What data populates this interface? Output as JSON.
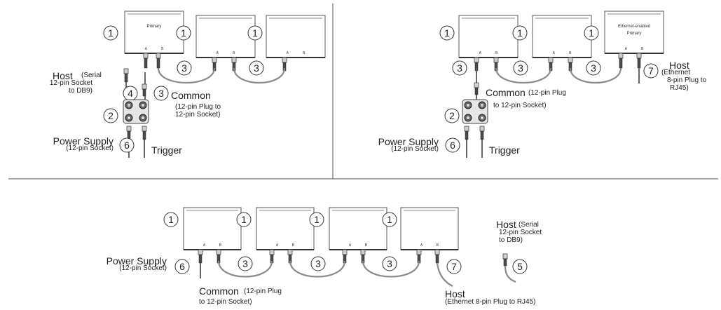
{
  "badges": [
    "1",
    "2",
    "3",
    "4",
    "5",
    "6",
    "7"
  ],
  "box_labels": {
    "primary": "Primary",
    "ethernet_line1": "Ethernet-enabled",
    "ethernet_line2": "Primary"
  },
  "port_labels": {
    "a": "A",
    "b": "B"
  },
  "labels": {
    "host": "Host",
    "serial": "(Serial",
    "serial_socket": "12-pin Socket",
    "to_db9": "to DB9)",
    "serial_socket_b": "12-pin Socket",
    "to_db9_b": "to DB9)",
    "common": "Common",
    "common_plug_paren": "(12-pin Plug to",
    "common_socket_paren": "12-pin Socket)",
    "common_plug": "(12-pin Plug",
    "common_socket": "to 12-pin Socket)",
    "power_supply": "Power Supply",
    "power_socket": "(12-pin Socket)",
    "trigger": "Trigger",
    "ethernet": "(Ethernet",
    "ethernet_plug": "8-pin Plug to",
    "rj45": "RJ45)",
    "ethernet_full": "(Ethernet 8-pin Plug to RJ45)"
  }
}
